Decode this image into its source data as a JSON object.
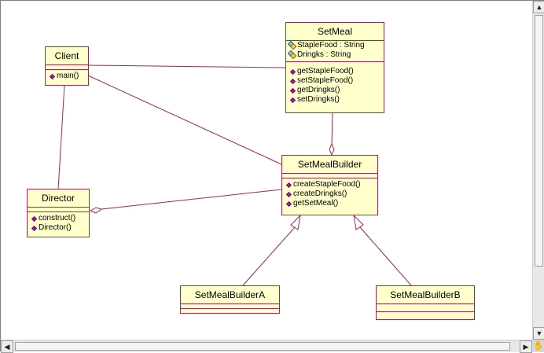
{
  "diagram": {
    "classes": {
      "client": {
        "name": "Client",
        "operations": [
          "main()"
        ]
      },
      "setmeal": {
        "name": "SetMeal",
        "attributes": [
          "StapleFood : String",
          "Dringks : String"
        ],
        "operations": [
          "getStapleFood()",
          "setStapleFood()",
          "getDringks()",
          "setDringks()"
        ]
      },
      "director": {
        "name": "Director",
        "operations": [
          "construct()",
          "Director()"
        ]
      },
      "builder": {
        "name": "SetMealBuilder",
        "operations": [
          "createStapleFood()",
          "createDringks()",
          "getSetMeal()"
        ]
      },
      "builder_a": {
        "name": "SetMealBuilderA"
      },
      "builder_b": {
        "name": "SetMealBuilderB"
      }
    }
  },
  "icons": {
    "operation": "operation-diamond-icon",
    "attribute": "attribute-icon",
    "scroll_up": "arrow-up-icon",
    "scroll_down": "arrow-down-icon",
    "scroll_left": "arrow-left-icon",
    "scroll_right": "arrow-right-icon",
    "corner": "hand-pan-icon"
  },
  "colors": {
    "class_fill": "#ffffcc",
    "class_border": "#a0284f",
    "link": "#a0284f",
    "operation_icon": "#b013b0"
  }
}
